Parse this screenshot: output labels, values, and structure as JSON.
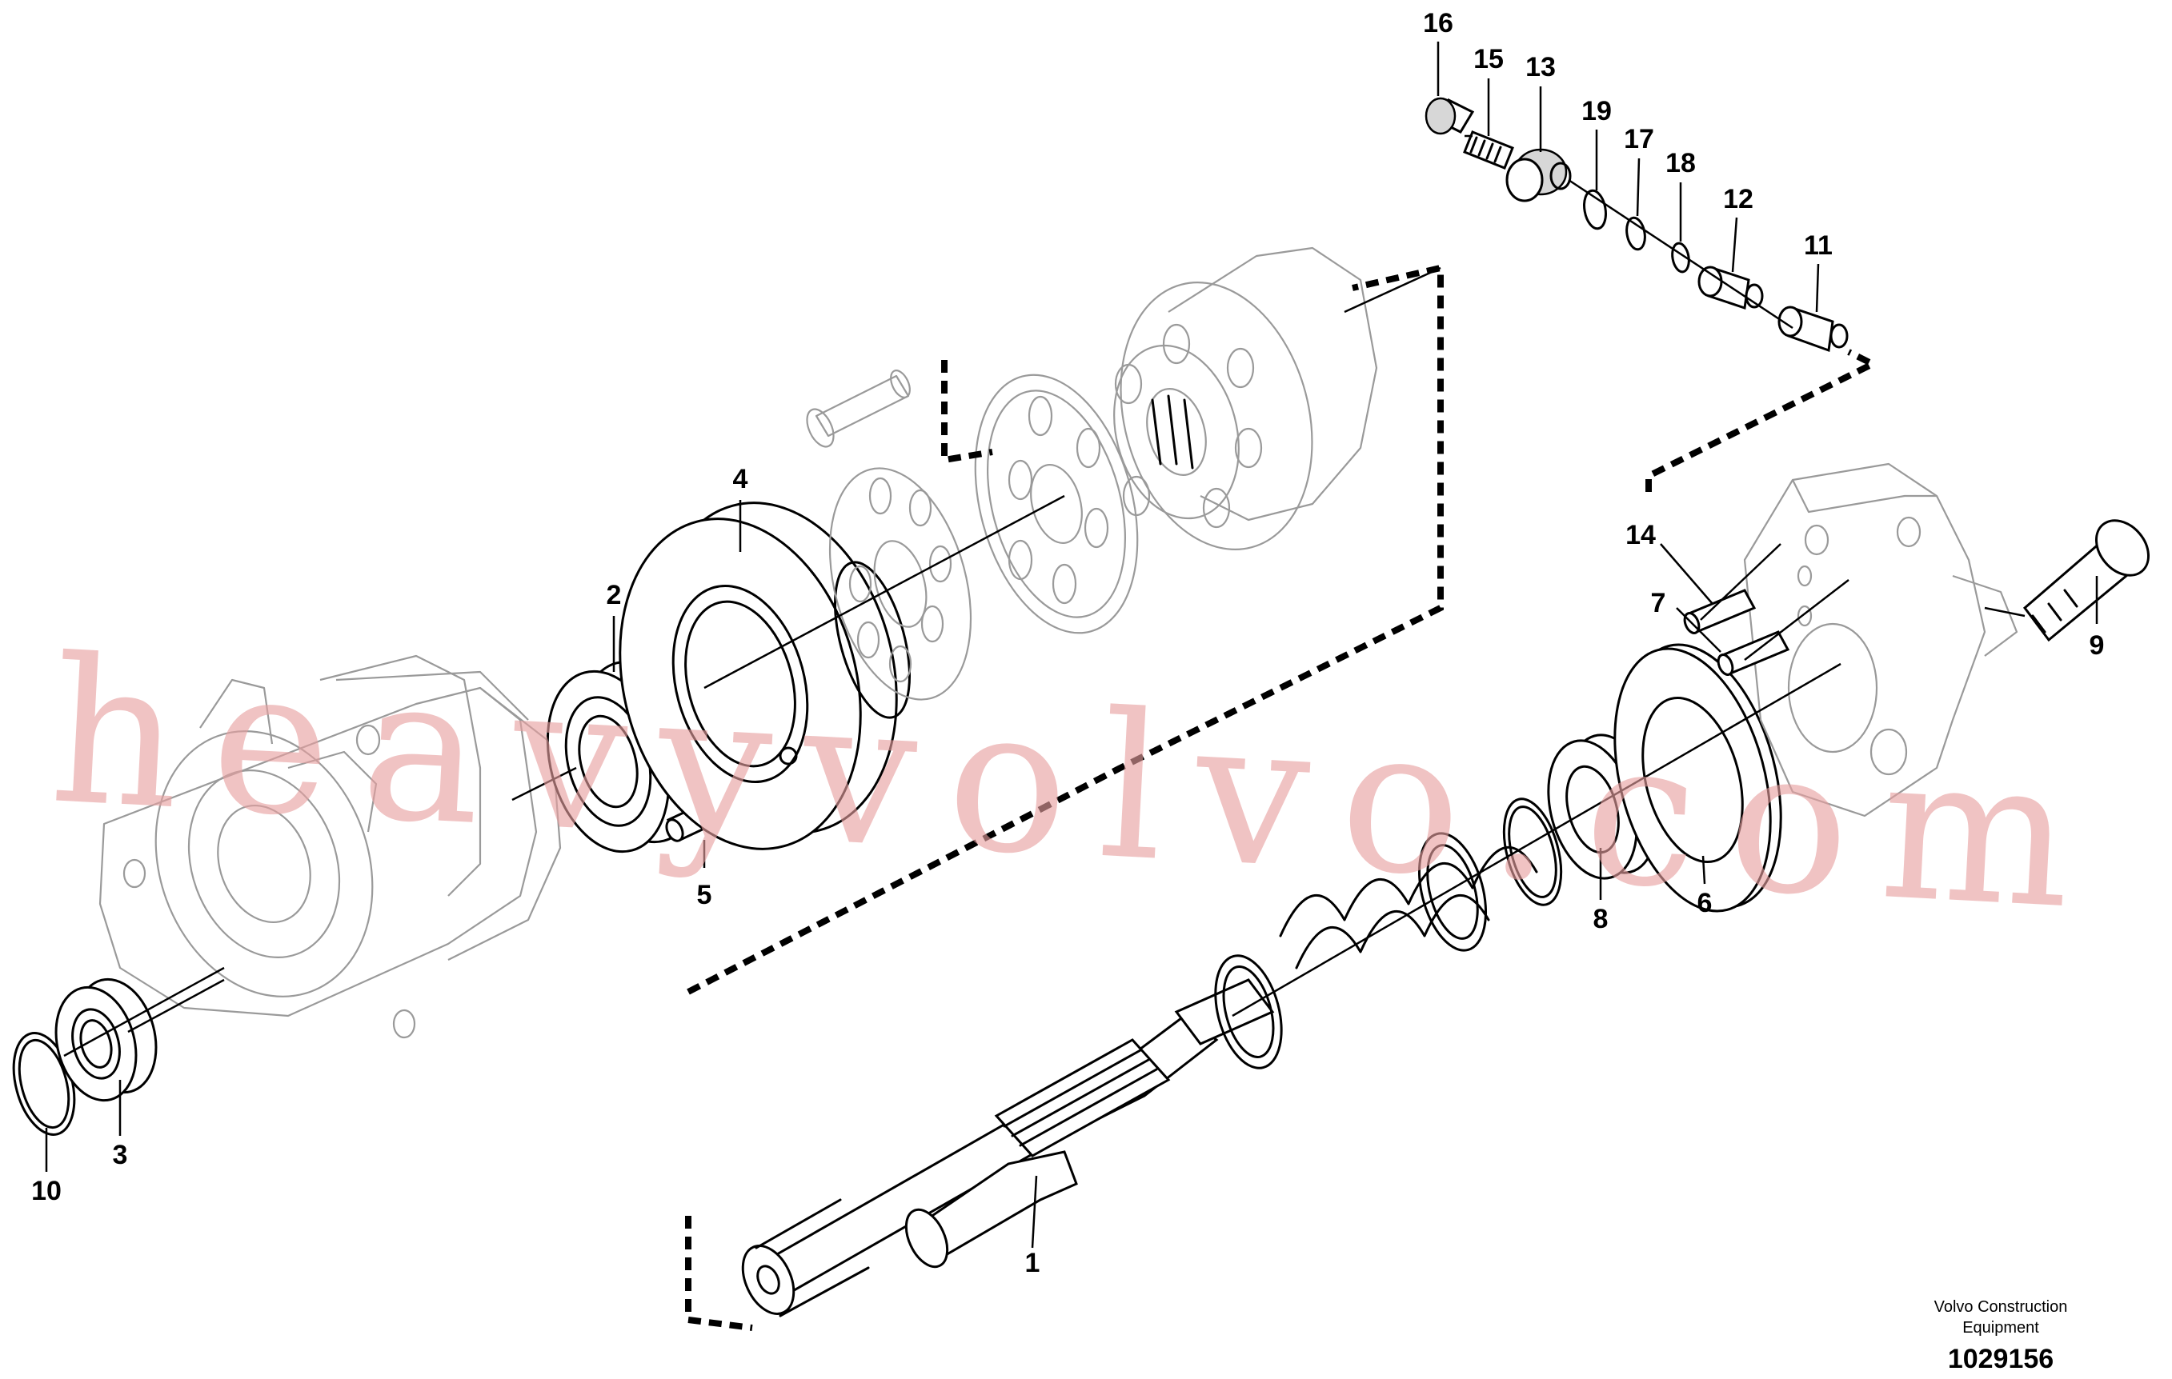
{
  "diagram": {
    "callouts": [
      {
        "id": "1",
        "label": "1"
      },
      {
        "id": "2",
        "label": "2"
      },
      {
        "id": "3",
        "label": "3"
      },
      {
        "id": "4",
        "label": "4"
      },
      {
        "id": "5",
        "label": "5"
      },
      {
        "id": "6",
        "label": "6"
      },
      {
        "id": "7",
        "label": "7"
      },
      {
        "id": "8",
        "label": "8"
      },
      {
        "id": "9",
        "label": "9"
      },
      {
        "id": "10",
        "label": "10"
      },
      {
        "id": "11",
        "label": "11"
      },
      {
        "id": "12",
        "label": "12"
      },
      {
        "id": "13",
        "label": "13"
      },
      {
        "id": "14",
        "label": "14"
      },
      {
        "id": "15",
        "label": "15"
      },
      {
        "id": "16",
        "label": "16"
      },
      {
        "id": "17",
        "label": "17"
      },
      {
        "id": "18",
        "label": "18"
      },
      {
        "id": "19",
        "label": "19"
      }
    ]
  },
  "watermark": {
    "text": "heavyvolvo.com",
    "color": "#e8a0a0"
  },
  "footer": {
    "maker_line1": "Volvo Construction",
    "maker_line2": "Equipment",
    "drawing_number": "1029156"
  }
}
